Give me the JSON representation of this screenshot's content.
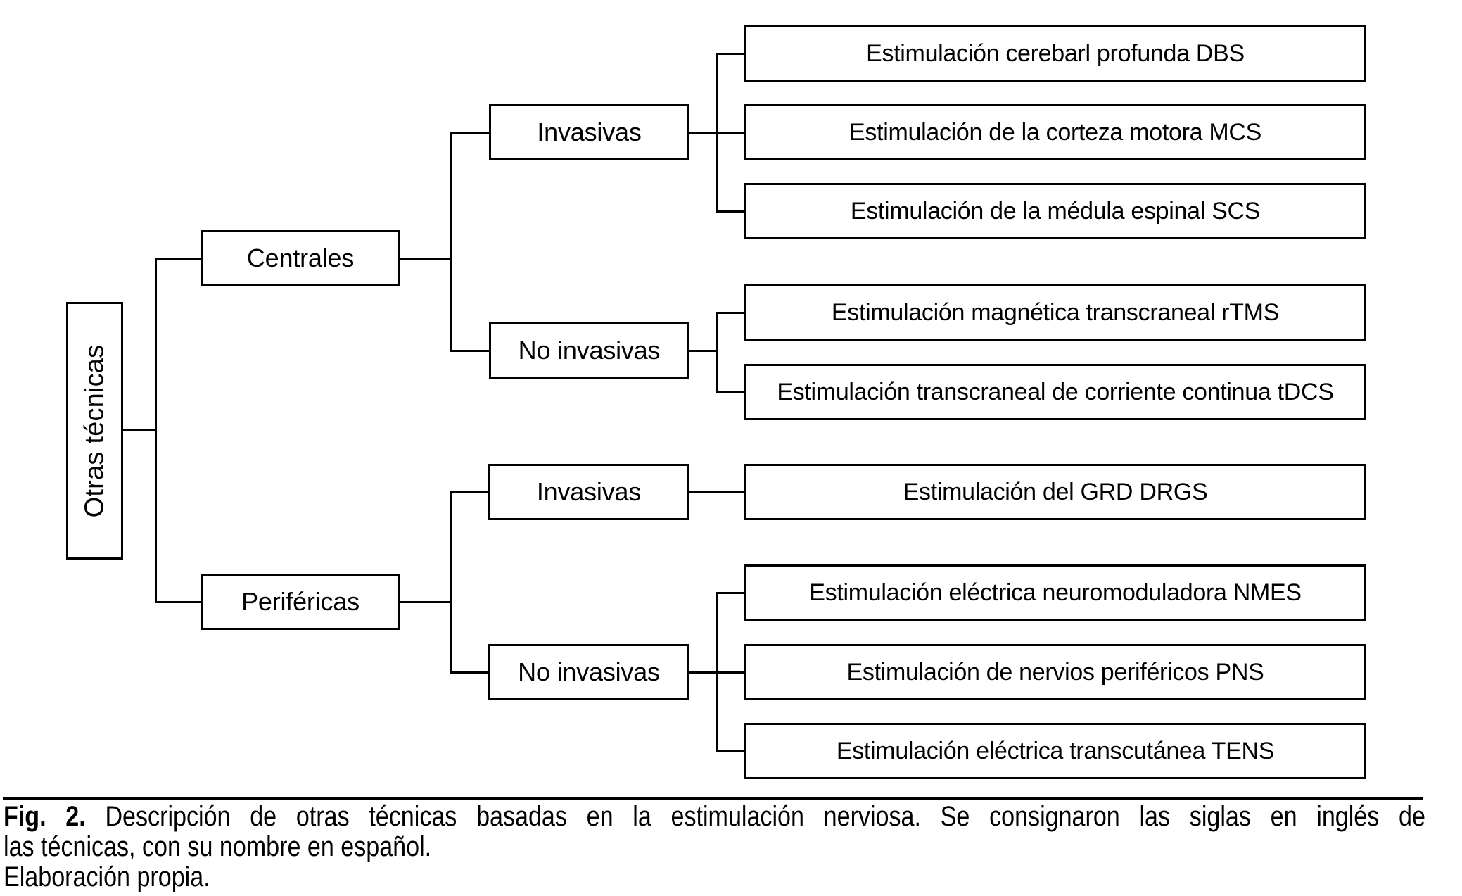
{
  "figure": {
    "title_hidden": "",
    "tree": {
      "root": {
        "label": "Otras técnicas"
      },
      "branches": [
        {
          "label": "Centrales"
        },
        {
          "label": "Periféricas"
        }
      ],
      "sub": [
        {
          "label": "Invasivas"
        },
        {
          "label": "No invasivas"
        },
        {
          "label": "Invasivas"
        },
        {
          "label": "No invasivas"
        }
      ],
      "leaves": [
        {
          "label": "Estimulación cerebarl profunda DBS"
        },
        {
          "label": "Estimulación de la corteza motora MCS"
        },
        {
          "label": "Estimulación de la médula espinal SCS"
        },
        {
          "label": "Estimulación magnética transcraneal rTMS"
        },
        {
          "label": "Estimulación transcraneal de corriente continua tDCS"
        },
        {
          "label": "Estimulación del GRD DRGS"
        },
        {
          "label": "Estimulación eléctrica neuromoduladora NMES"
        },
        {
          "label": "Estimulación de nervios periféricos PNS"
        },
        {
          "label": "Estimulación eléctrica transcutánea TENS"
        }
      ]
    },
    "caption": {
      "fig_label": "Fig. 2.",
      "line1_rest": " Descripción de otras técnicas basadas en la estimulación nerviosa. Se consignaron las siglas en inglés de",
      "line2": "las técnicas, con su nombre en español.",
      "line3": "Elaboración propia."
    },
    "colors": {
      "line": "#000000",
      "background": "#ffffff",
      "text": "#000000"
    }
  }
}
